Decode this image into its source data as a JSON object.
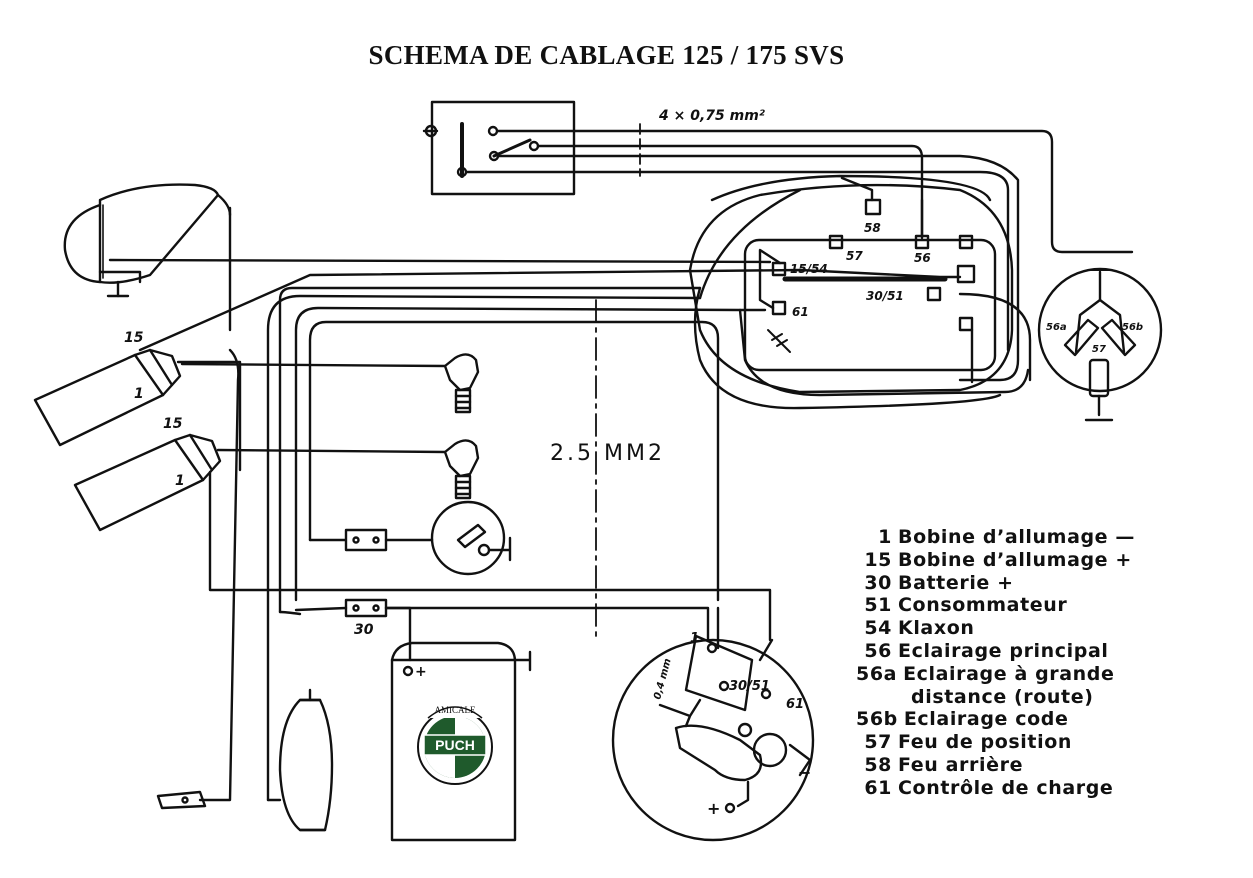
{
  "title": "SCHEMA DE CABLAGE  125 / 175 SVS",
  "wire_note": "4 × 0,75 mm²",
  "section_label": "2.5 MM2",
  "logo": {
    "ring_text": "AMICALE",
    "name": "PUCH"
  },
  "gap_label": "0,4 mm",
  "terminals": {
    "t15": "15",
    "t1": "1",
    "t58": "58",
    "t57": "57",
    "t56": "56",
    "t1554": "15/54",
    "t3051": "30/51",
    "t61": "61",
    "t30": "30",
    "t56a": "56a",
    "t56b": "56b",
    "plus": "+",
    "minus": "−"
  },
  "legend": [
    {
      "code": "1",
      "text": "Bobine d’allumage —"
    },
    {
      "code": "15",
      "text": "Bobine d’allumage +"
    },
    {
      "code": "30",
      "text": "Batterie +"
    },
    {
      "code": "51",
      "text": "Consommateur"
    },
    {
      "code": "54",
      "text": "Klaxon"
    },
    {
      "code": "56",
      "text": "Eclairage principal"
    },
    {
      "code": "56a",
      "text": "Eclairage à grande",
      "cont": "distance (route)"
    },
    {
      "code": "56b",
      "text": "Eclairage code"
    },
    {
      "code": "57",
      "text": "Feu de position"
    },
    {
      "code": "58",
      "text": "Feu arrière"
    },
    {
      "code": "61",
      "text": "Contrôle de charge"
    }
  ],
  "colors": {
    "ink": "#111111",
    "logo_green": "#1f5a2c",
    "paper": "#ffffff"
  }
}
